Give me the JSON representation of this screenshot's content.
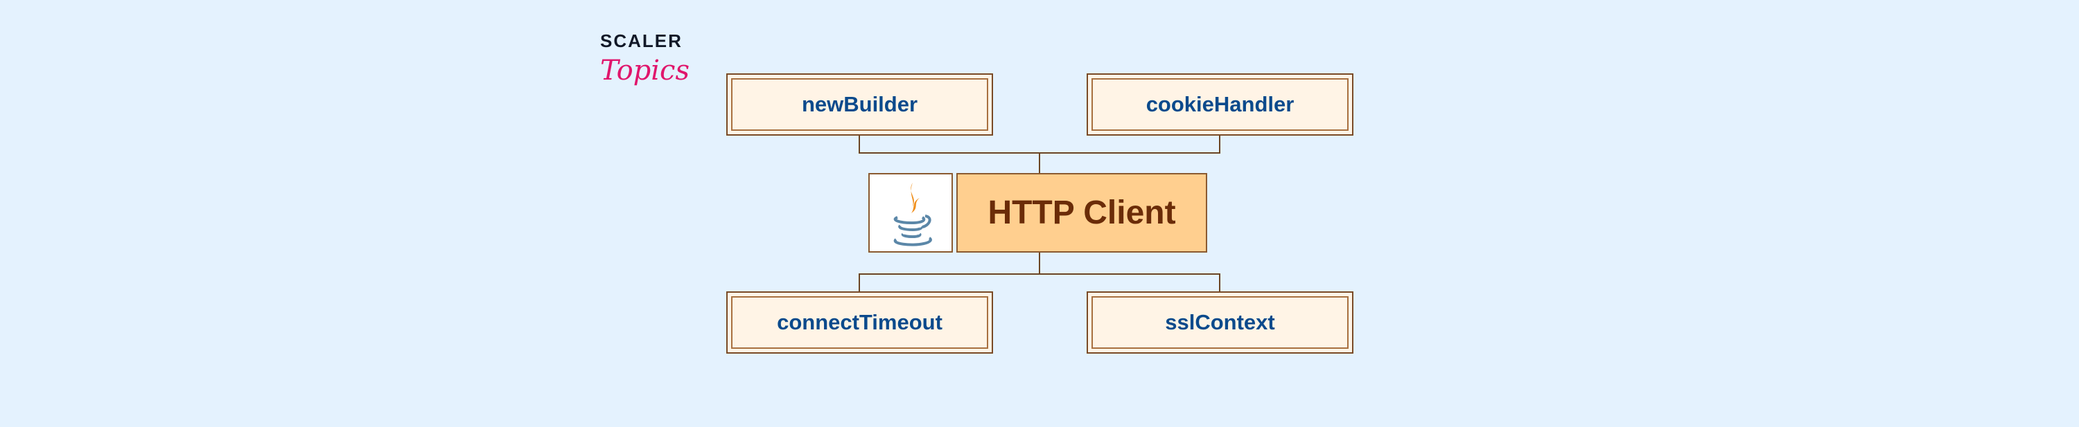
{
  "logo": {
    "line1": "SCALER",
    "line2": "Topics"
  },
  "center": {
    "label": "HTTP Client",
    "icon": "java-logo-icon"
  },
  "nodes": {
    "top_left": "newBuilder",
    "top_right": "cookieHandler",
    "bottom_left": "connectTimeout",
    "bottom_right": "sslContext"
  },
  "colors": {
    "background": "#e4f2fe",
    "node_fill": "#fff4e6",
    "center_fill": "#ffcf8f",
    "node_text": "#0b4a8c",
    "center_text": "#6b2c08",
    "logo_accent": "#e0166c"
  }
}
